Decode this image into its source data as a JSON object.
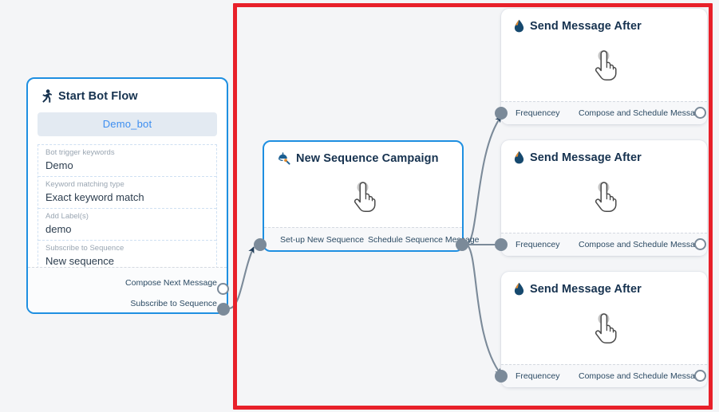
{
  "canvas": {
    "background": "#f4f5f7",
    "selection_color": "#e8202a"
  },
  "nodes": {
    "start_bot_flow": {
      "title": "Start Bot Flow",
      "icon": "running-person-icon",
      "bot_pill": "Demo_bot",
      "fields": [
        {
          "label": "Bot trigger keywords",
          "value": "Demo"
        },
        {
          "label": "Keyword matching type",
          "value": "Exact keyword match"
        },
        {
          "label": "Add Label(s)",
          "value": "demo"
        },
        {
          "label": "Subscribe to Sequence",
          "value": "New sequence"
        }
      ],
      "ports": [
        {
          "label": "Compose Next Message",
          "style": "hollow"
        },
        {
          "label": "Subscribe to Sequence",
          "style": "filled"
        }
      ]
    },
    "new_sequence_campaign": {
      "title": "New Sequence Campaign",
      "icon": "funnel-paint-icon",
      "body_icon": "hand-pointer-icon",
      "in_port_label": "Set-up New Sequence",
      "out_port_label": "Schedule Sequence Message"
    },
    "send_message_cards": [
      {
        "title": "Send Message After",
        "icon": "water-drop-icon",
        "body_icon": "hand-pointer-icon",
        "in_port_label": "Frequencey",
        "out_port_label": "Compose and Schedule Message"
      },
      {
        "title": "Send Message After",
        "icon": "water-drop-icon",
        "body_icon": "hand-pointer-icon",
        "in_port_label": "Frequencey",
        "out_port_label": "Compose and Schedule Message"
      },
      {
        "title": "Send Message After",
        "icon": "water-drop-icon",
        "body_icon": "hand-pointer-icon",
        "in_port_label": "Frequencey",
        "out_port_label": "Compose and Schedule Message"
      }
    ]
  }
}
